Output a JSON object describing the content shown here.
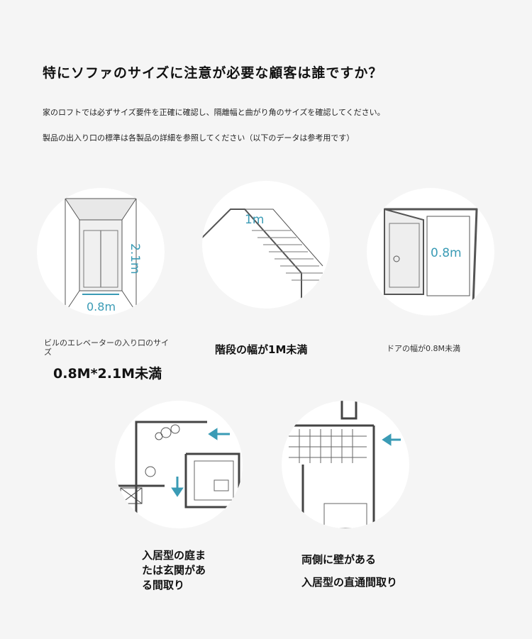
{
  "heading": "特にソファのサイズに注意が必要な顧客は誰ですか？",
  "notes": [
    "家のロフトでは必ずサイズ要件を正確に確認し、隔離幅と曲がり角のサイズを確認してください。",
    "製品の出入り口の標準は各製品の詳細を参照してください（以下のデータは参考用です）"
  ],
  "accent": "#3a9bb5",
  "items": [
    {
      "dims": [
        "2.1m",
        "0.8m"
      ],
      "label": "ビルのエレベーターの入り口のサイズ",
      "value": "0.8M*2.1M未満"
    },
    {
      "dims": [
        "1m"
      ],
      "label": "階段の幅が1M未満"
    },
    {
      "dims": [
        "0.8m"
      ],
      "label": "ドアの幅が0.8M未満"
    },
    {
      "label_lines": [
        "入居型の庭ま",
        "たは玄関があ",
        "る間取り"
      ]
    },
    {
      "label_lines": [
        "両側に壁がある",
        "入居型の直通間取り"
      ]
    }
  ]
}
